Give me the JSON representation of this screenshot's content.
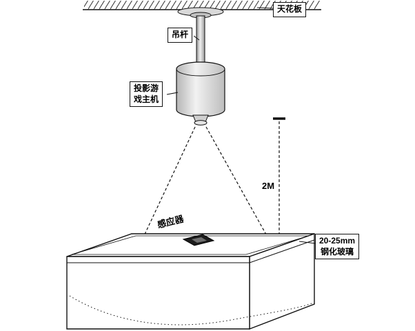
{
  "diagram": {
    "labels": {
      "ceiling": "天花板",
      "rod": "吊杆",
      "projector_line1": "投影游",
      "projector_line2": "戏主机",
      "sensor": "感应器",
      "distance": "2M",
      "glass_line1": "20-25mm",
      "glass_line2": "钢化玻璃"
    },
    "colors": {
      "line": "#111111",
      "background": "#ffffff",
      "metal_light": "#f0f0f0",
      "metal_dark": "#8f8f8f",
      "sensor_fill": "#1c1c1c"
    }
  }
}
